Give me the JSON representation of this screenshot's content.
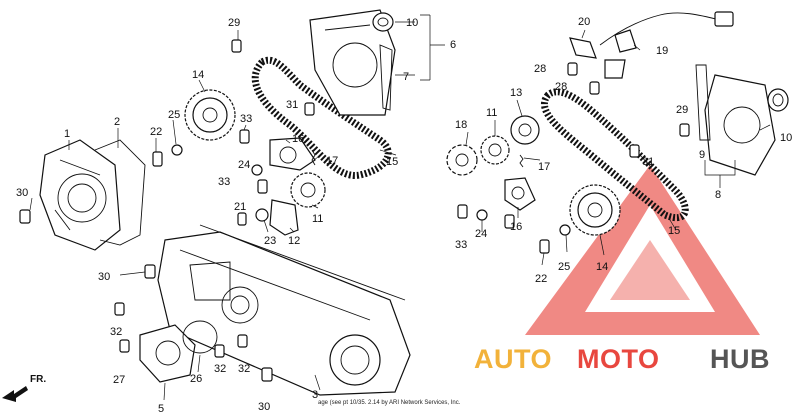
{
  "diagram": {
    "callouts": [
      {
        "id": "c1",
        "text": "1"
      },
      {
        "id": "c2",
        "text": "2"
      },
      {
        "id": "c3",
        "text": "3"
      },
      {
        "id": "c5",
        "text": "5"
      },
      {
        "id": "c6",
        "text": "6"
      },
      {
        "id": "c7",
        "text": "7"
      },
      {
        "id": "c8",
        "text": "8"
      },
      {
        "id": "c9",
        "text": "9"
      },
      {
        "id": "c10a",
        "text": "10"
      },
      {
        "id": "c10b",
        "text": "10"
      },
      {
        "id": "c11a",
        "text": "11"
      },
      {
        "id": "c11b",
        "text": "11"
      },
      {
        "id": "c12",
        "text": "12"
      },
      {
        "id": "c13",
        "text": "13"
      },
      {
        "id": "c14a",
        "text": "14"
      },
      {
        "id": "c14b",
        "text": "14"
      },
      {
        "id": "c15a",
        "text": "15"
      },
      {
        "id": "c15b",
        "text": "15"
      },
      {
        "id": "c16a",
        "text": "16"
      },
      {
        "id": "c16b",
        "text": "16"
      },
      {
        "id": "c17a",
        "text": "17"
      },
      {
        "id": "c17b",
        "text": "17"
      },
      {
        "id": "c18",
        "text": "18"
      },
      {
        "id": "c19",
        "text": "19"
      },
      {
        "id": "c20",
        "text": "20"
      },
      {
        "id": "c21",
        "text": "21"
      },
      {
        "id": "c22a",
        "text": "22"
      },
      {
        "id": "c22b",
        "text": "22"
      },
      {
        "id": "c23",
        "text": "23"
      },
      {
        "id": "c24a",
        "text": "24"
      },
      {
        "id": "c24b",
        "text": "24"
      },
      {
        "id": "c25a",
        "text": "25"
      },
      {
        "id": "c25b",
        "text": "25"
      },
      {
        "id": "c26",
        "text": "26"
      },
      {
        "id": "c27",
        "text": "27"
      },
      {
        "id": "c28a",
        "text": "28"
      },
      {
        "id": "c28b",
        "text": "28"
      },
      {
        "id": "c29a",
        "text": "29"
      },
      {
        "id": "c29b",
        "text": "29"
      },
      {
        "id": "c30a",
        "text": "30"
      },
      {
        "id": "c30b",
        "text": "30"
      },
      {
        "id": "c30c",
        "text": "30"
      },
      {
        "id": "c31a",
        "text": "31"
      },
      {
        "id": "c31b",
        "text": "31"
      },
      {
        "id": "c32a",
        "text": "32"
      },
      {
        "id": "c32b",
        "text": "32"
      },
      {
        "id": "c32c",
        "text": "32"
      },
      {
        "id": "c33a",
        "text": "33"
      },
      {
        "id": "c33b",
        "text": "33"
      },
      {
        "id": "c33c",
        "text": "33"
      }
    ],
    "direction_label": "FR.",
    "copyright": "age (see pt 10/35.  2.14 by ARI Network Services, Inc."
  },
  "watermark": {
    "words": [
      "AUTO",
      "MOTO",
      "HUB"
    ],
    "colors": {
      "auto": "#f2b23a",
      "moto": "#e8473f",
      "hub": "#555555",
      "triangle": "#e8473f"
    }
  }
}
